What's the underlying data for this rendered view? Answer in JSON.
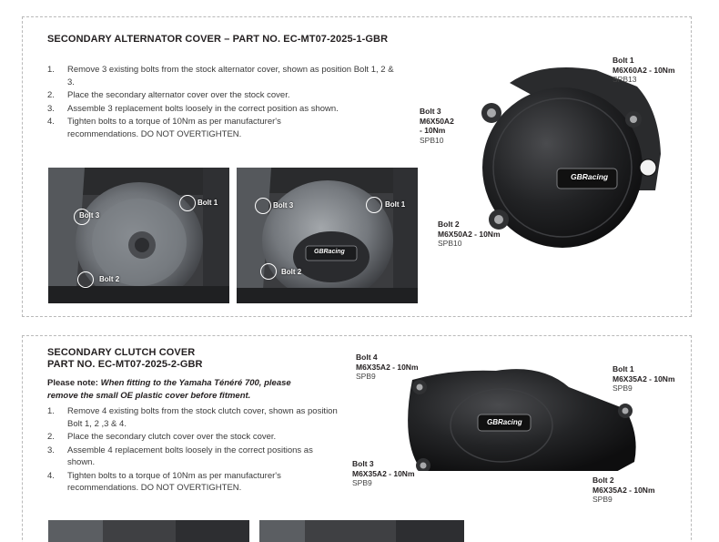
{
  "alternator": {
    "title": "SECONDARY ALTERNATOR COVER – PART NO. EC-MT07-2025-1-GBR",
    "steps": [
      {
        "num": "1.",
        "text": "Remove 3 existing bolts from the stock alternator cover, shown as position Bolt 1, 2 & 3."
      },
      {
        "num": "2.",
        "text": "Place the secondary alternator cover over the stock cover."
      },
      {
        "num": "3.",
        "text": "Assemble 3 replacement bolts loosely in the correct position as shown."
      },
      {
        "num": "4.",
        "text": "Tighten bolts to a torque of 10Nm as per manufacturer's recommendations.    DO NOT OVERTIGHTEN."
      }
    ],
    "photo_labels": {
      "bolt1": "Bolt 1",
      "bolt2": "Bolt 2",
      "bolt3": "Bolt 3"
    },
    "badge": "GBRacing",
    "callouts": {
      "bolt1": {
        "title": "Bolt 1",
        "spec": "M6X60A2 - 10Nm",
        "code": "SPB13"
      },
      "bolt3": {
        "title": "Bolt 3",
        "spec": "M6X50A2",
        "spec2": "- 10Nm",
        "code": "SPB10"
      },
      "bolt2": {
        "title": "Bolt 2",
        "spec": "M6X50A2 - 10Nm",
        "code": "SPB10"
      }
    }
  },
  "clutch": {
    "title_line1": "SECONDARY CLUTCH COVER",
    "title_line2": "PART NO. EC-MT07-2025-2-GBR",
    "note_prefix": "Please note: ",
    "note_italic": "When fitting to the Yamaha Ténéré 700, please remove the small OE plastic cover before fitment.",
    "steps": [
      {
        "num": "1.",
        "text": "Remove 4 existing bolts from the stock clutch cover, shown as position Bolt 1, 2 ,3 & 4."
      },
      {
        "num": "2.",
        "text": "Place the secondary clutch cover over the stock cover."
      },
      {
        "num": "3.",
        "text": "Assemble 4 replacement bolts loosely in the correct positions as shown."
      },
      {
        "num": "4.",
        "text": "Tighten bolts to a torque of 10Nm as per manufacturer's recommendations.    DO NOT OVERTIGHTEN."
      }
    ],
    "badge": "GBRacing",
    "callouts": {
      "bolt4": {
        "title": "Bolt 4",
        "spec": "M6X35A2 - 10Nm",
        "code": "SPB9"
      },
      "bolt1": {
        "title": "Bolt 1",
        "spec": "M6X35A2 - 10Nm",
        "code": "SPB9"
      },
      "bolt3": {
        "title": "Bolt 3",
        "spec": "M6X35A2 - 10Nm",
        "code": "SPB9"
      },
      "bolt2": {
        "title": "Bolt 2",
        "spec": "M6X35A2 - 10Nm",
        "code": "SPB9"
      }
    }
  }
}
